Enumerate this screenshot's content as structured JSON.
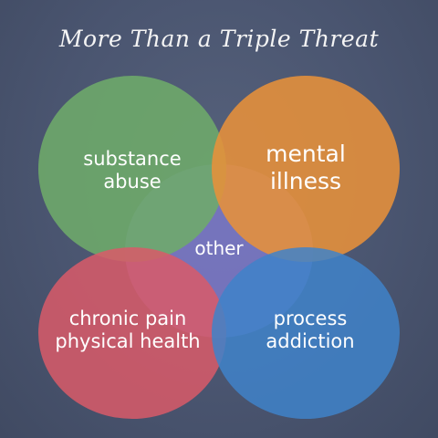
{
  "title": "More Than a Triple Threat",
  "circles": [
    {
      "id": "substance",
      "lines": [
        "substance",
        "abuse"
      ],
      "color": "#6eab6a"
    },
    {
      "id": "mental",
      "lines": [
        "mental",
        "illness"
      ],
      "color": "#e7913a"
    },
    {
      "id": "other",
      "lines": [
        "other"
      ],
      "color": "#7b78c8"
    },
    {
      "id": "chronic",
      "lines": [
        "chronic pain",
        "physical health"
      ],
      "color": "#d95a68"
    },
    {
      "id": "process",
      "lines": [
        "process",
        "addiction"
      ],
      "color": "#3f82c9"
    }
  ]
}
